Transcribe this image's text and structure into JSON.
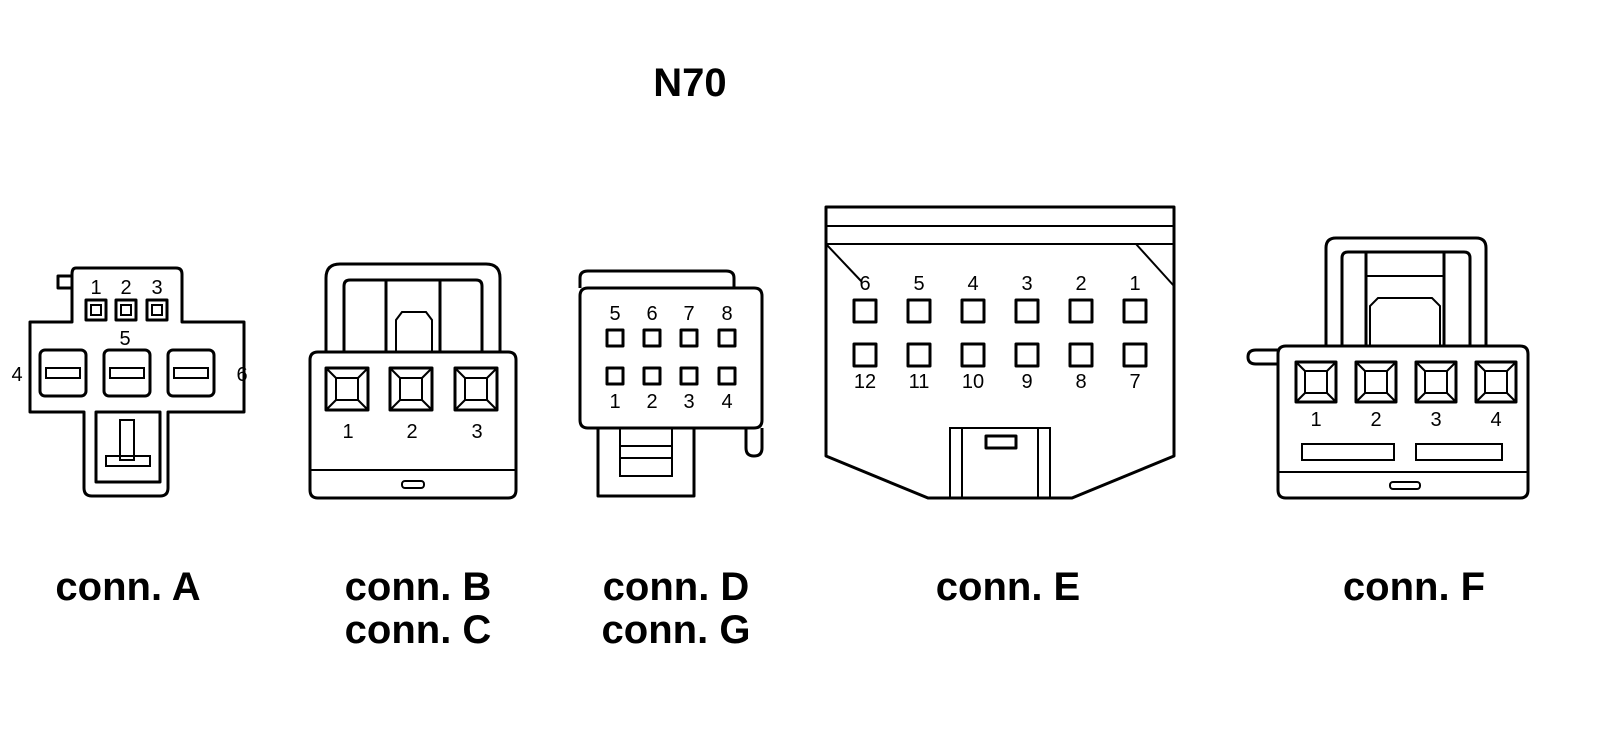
{
  "title": "N70",
  "connectors": {
    "a": {
      "labels": [
        "conn. A"
      ],
      "pins": [
        "1",
        "2",
        "3",
        "4",
        "5",
        "6"
      ]
    },
    "bc": {
      "labels": [
        "conn. B",
        "conn. C"
      ],
      "pins": [
        "1",
        "2",
        "3"
      ]
    },
    "dg": {
      "labels": [
        "conn. D",
        "conn. G"
      ],
      "pins": [
        "1",
        "2",
        "3",
        "4",
        "5",
        "6",
        "7",
        "8"
      ]
    },
    "e": {
      "labels": [
        "conn. E"
      ],
      "pins": [
        "1",
        "2",
        "3",
        "4",
        "5",
        "6",
        "7",
        "8",
        "9",
        "10",
        "11",
        "12"
      ]
    },
    "f": {
      "labels": [
        "conn. F"
      ],
      "pins": [
        "1",
        "2",
        "3",
        "4"
      ]
    }
  },
  "colors": {
    "stroke": "#000000",
    "background": "#ffffff"
  }
}
